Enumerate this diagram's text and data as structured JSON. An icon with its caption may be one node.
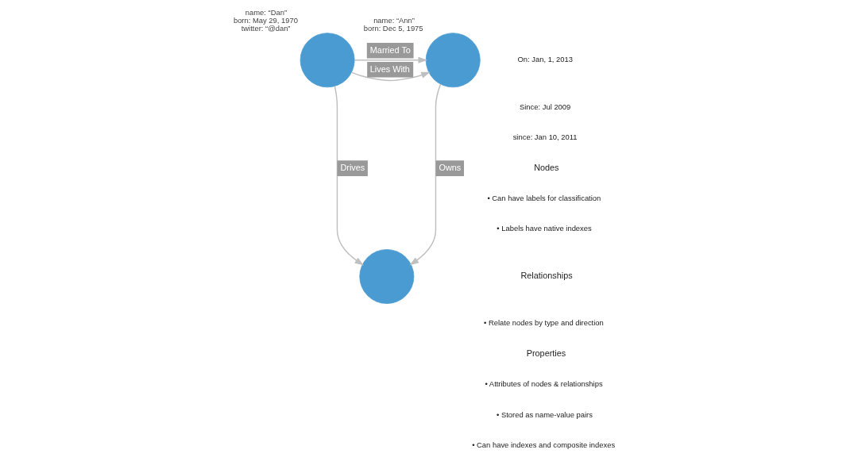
{
  "diagram": {
    "nodes": [
      {
        "text": [],
        "shape": "circle",
        "beside": [
          "name: “Dan”",
          "born: May 29, 1970",
          "twitter: “@dan”"
        ]
      },
      {
        "text": [],
        "shape": "circle",
        "beside": [
          "name: “Ann”",
          "born: Dec 5, 1975"
        ]
      },
      {
        "text": [],
        "shape": "circle"
      }
    ],
    "edges": [
      {
        "from": 0,
        "to": 1,
        "arrow": "to",
        "label": "Married To"
      },
      {
        "from": 0,
        "to": 1,
        "arrow": "to",
        "label": "Lives With"
      },
      {
        "from": 0,
        "to": 2,
        "arrow": "to",
        "label": "Drives"
      },
      {
        "from": 1,
        "to": 2,
        "arrow": "to",
        "label": "Owns"
      }
    ],
    "labels": [
      "On: Jan, 1, 2013",
      "Since: Jul 2009",
      "since: Jan 10, 2011",
      "Nodes",
      "• Can have labels for classification",
      "• Labels have native indexes",
      "Relationships",
      "• Relate nodes by type and direction",
      "Properties",
      "• Attributes of nodes & relationships",
      "• Stored as name-value pairs",
      "• Can have indexes and composite indexes"
    ]
  }
}
